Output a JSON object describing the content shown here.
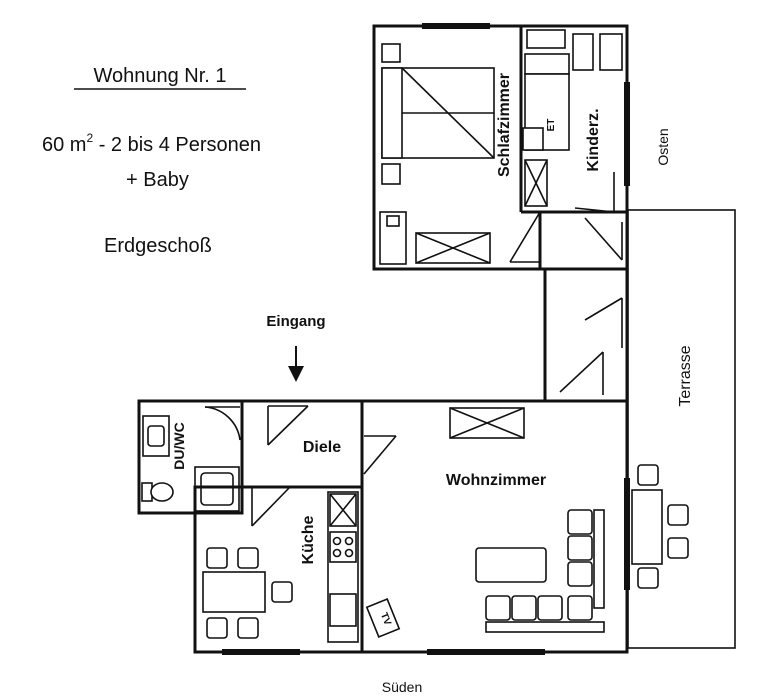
{
  "header": {
    "title": "Wohnung Nr. 1",
    "size_prefix": "60 m",
    "size_sup": "2",
    "size_suffix": " -  2  bis  4 Personen",
    "baby": "+ Baby",
    "floor": "Erdgeschoß"
  },
  "labels": {
    "entrance": "Eingang",
    "bedroom": "Schlafzimmer",
    "kids": "Kinderz.",
    "east": "Osten",
    "terrace": "Terrasse",
    "bath": "DU/WC",
    "hall": "Diele",
    "living": "Wohnzimmer",
    "kitchen": "Küche",
    "tv": "TV",
    "south": "Süden",
    "tt": "ET"
  },
  "colors": {
    "line": "#111111",
    "background": "#ffffff"
  }
}
